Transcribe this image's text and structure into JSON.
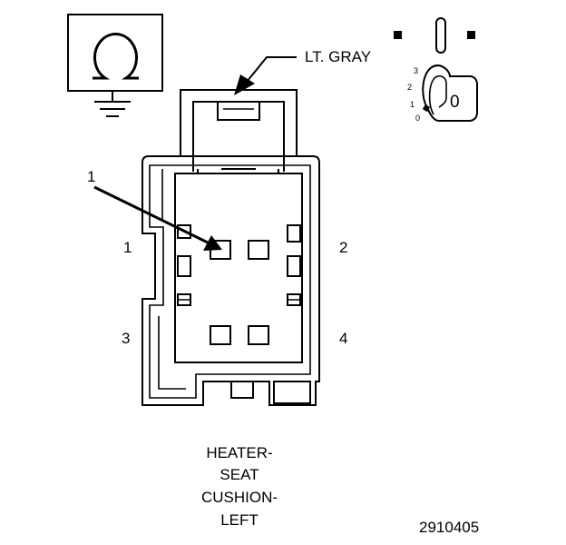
{
  "wire_color": "LT. GRAY",
  "pin_labels": {
    "pin1": "1",
    "pin2": "2",
    "pin3": "3",
    "pin4": "4"
  },
  "callout_label": "1",
  "component_name": [
    "HEATER-",
    "SEAT",
    "CUSHION-",
    "LEFT"
  ],
  "figure_number": "2910405",
  "ignition_key": {
    "positions": [
      "3",
      "2",
      "1",
      "0"
    ],
    "current": "0"
  },
  "icons": {
    "symbol": "ground-omega-icon",
    "switch": "ignition-key-icon"
  },
  "colors": {
    "line": "#000000",
    "background": "#ffffff"
  }
}
